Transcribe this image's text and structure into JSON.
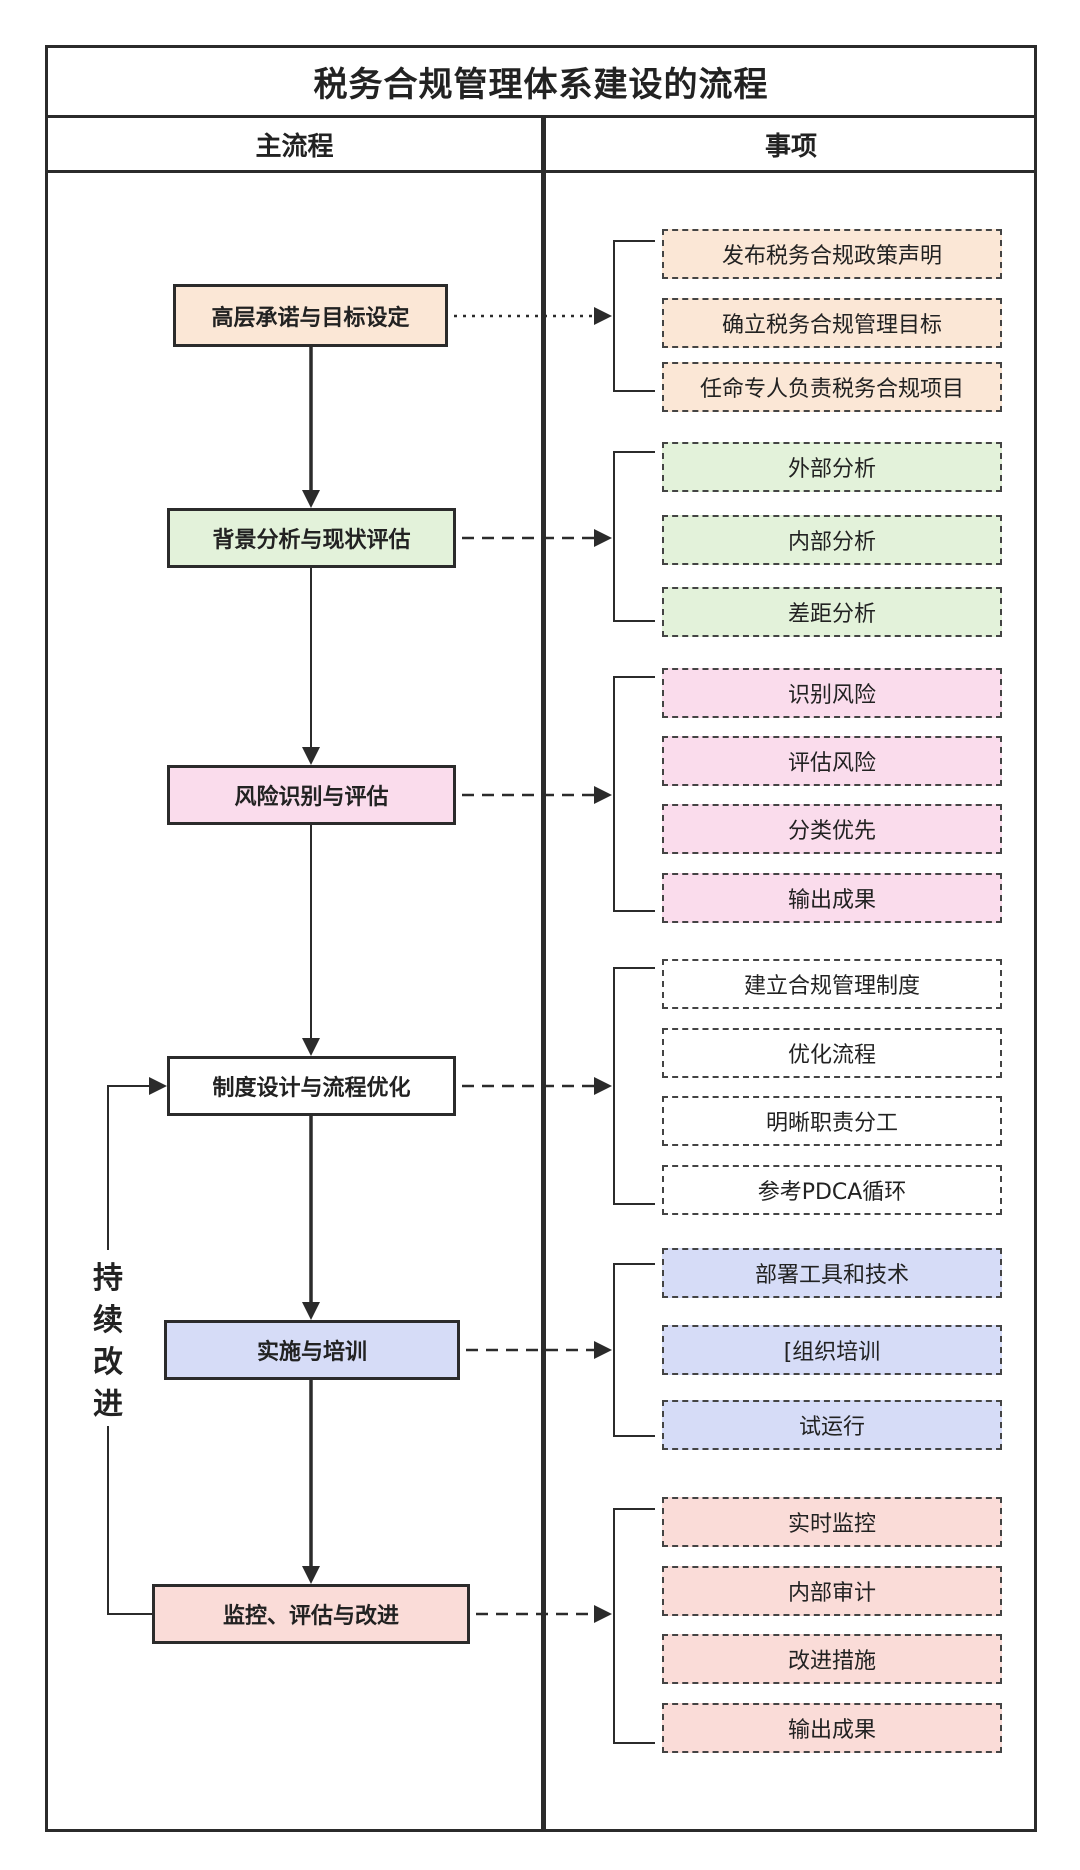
{
  "title": "税务合规管理体系建设的流程",
  "columns": {
    "main": "主流程",
    "items": "事项"
  },
  "loop_label": [
    "持",
    "续",
    "改",
    "进"
  ],
  "colors": {
    "peach": "#fbe7d6",
    "green": "#e3f2da",
    "pink": "#fadcec",
    "white": "#ffffff",
    "lavender": "#d6dcf7",
    "salmon": "#fadcd8",
    "line": "#2b2b2b"
  },
  "steps": [
    {
      "label": "高层承诺与目标设定",
      "color": "#fbe7d6",
      "items": [
        "发布税务合规政策声明",
        "确立税务合规管理目标",
        "任命专人负责税务合规项目"
      ]
    },
    {
      "label": "背景分析与现状评估",
      "color": "#e3f2da",
      "items": [
        "外部分析",
        "内部分析",
        "差距分析"
      ]
    },
    {
      "label": "风险识别与评估",
      "color": "#fadcec",
      "items": [
        "识别风险",
        "评估风险",
        "分类优先",
        "输出成果"
      ]
    },
    {
      "label": "制度设计与流程优化",
      "color": "#ffffff",
      "items": [
        "建立合规管理制度",
        "优化流程",
        "明晰职责分工",
        "参考PDCA循环"
      ]
    },
    {
      "label": "实施与培训",
      "color": "#d6dcf7",
      "items": [
        "部署工具和技术",
        "[组织培训",
        "试运行"
      ]
    },
    {
      "label": "监控、评估与改进",
      "color": "#fadcd8",
      "items": [
        "实时监控",
        "内部审计",
        "改进措施",
        "输出成果"
      ]
    }
  ]
}
